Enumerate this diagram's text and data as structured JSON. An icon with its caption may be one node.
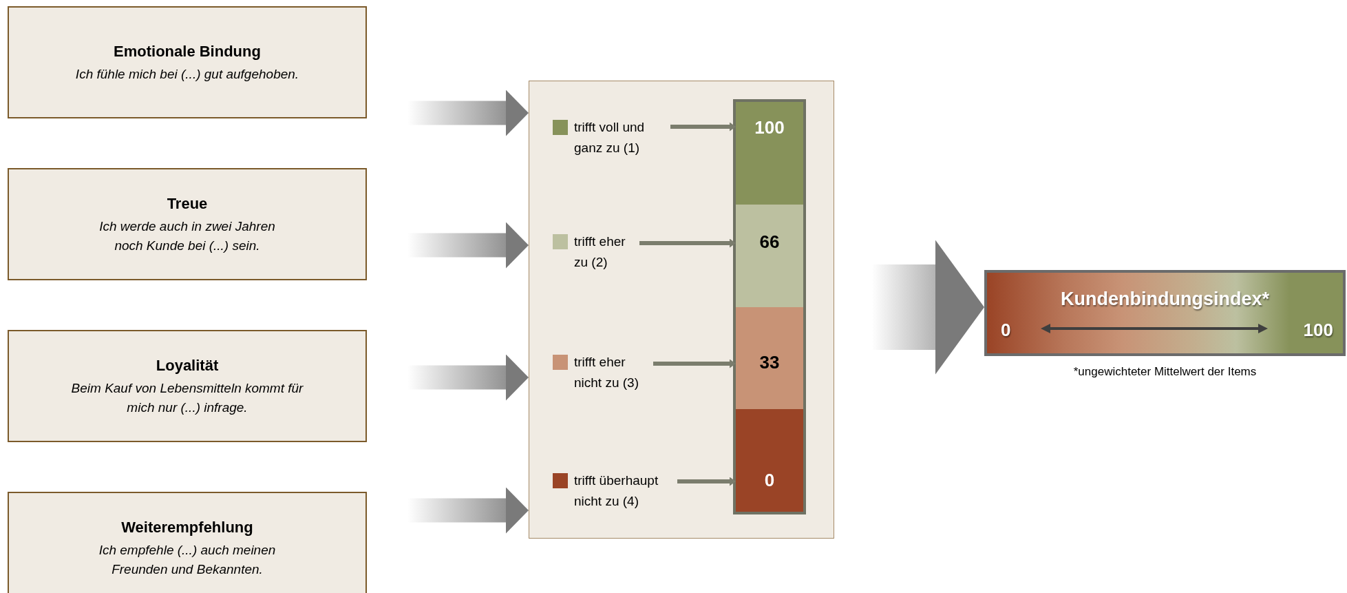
{
  "diagram": {
    "nodes": [
      {
        "text": [
          "Emotionale Bindung",
          "Ich fühle mich bei (...) gut aufgehoben."
        ]
      },
      {
        "text": [
          "Treue",
          "Ich werde auch in zwei Jahren noch Kunde bei (...) sein."
        ]
      },
      {
        "text": [
          "Loyalität",
          "Beim Kauf von Lebensmitteln kommt für mich nur (...) infrage."
        ]
      },
      {
        "text": [
          "Weiterempfehlung",
          "Ich empfehle (...) auch meinen Freunden und Bekannten."
        ]
      },
      {
        "text": [],
        "shape": "box"
      },
      {
        "text": [
          "trifft voll und ganz zu (1)"
        ],
        "in": 4
      },
      {
        "text": [
          "100"
        ],
        "in": 4
      },
      {
        "text": [
          "trifft eher zu (2)"
        ],
        "in": 4
      },
      {
        "text": [
          "66"
        ],
        "in": 4
      },
      {
        "text": [
          "trifft eher nicht zu (3)"
        ],
        "in": 4
      },
      {
        "text": [
          "33"
        ],
        "in": 4
      },
      {
        "text": [
          "trifft überhaupt nicht zu (4)"
        ],
        "in": 4
      },
      {
        "text": [
          "0"
        ],
        "in": 4
      },
      {
        "text": [
          "Kundenbindungsindex*",
          "0",
          "100"
        ],
        "beside": [
          "*ungewichteter Mittelwert der Items"
        ]
      }
    ],
    "edges": [
      {
        "from": 0,
        "to": 4,
        "arrow": "to",
        "style": "thick"
      },
      {
        "from": 1,
        "to": 4,
        "arrow": "to",
        "style": "thick"
      },
      {
        "from": 2,
        "to": 4,
        "arrow": "to",
        "style": "thick"
      },
      {
        "from": 3,
        "to": 4,
        "arrow": "to",
        "style": "thick"
      },
      {
        "from": 5,
        "to": 6,
        "arrow": "to"
      },
      {
        "from": 7,
        "to": 8,
        "arrow": "to"
      },
      {
        "from": 9,
        "to": 10,
        "arrow": "to"
      },
      {
        "from": 11,
        "to": 12,
        "arrow": "to"
      },
      {
        "from": 4,
        "to": 13,
        "arrow": "to",
        "style": "thick"
      }
    ]
  }
}
